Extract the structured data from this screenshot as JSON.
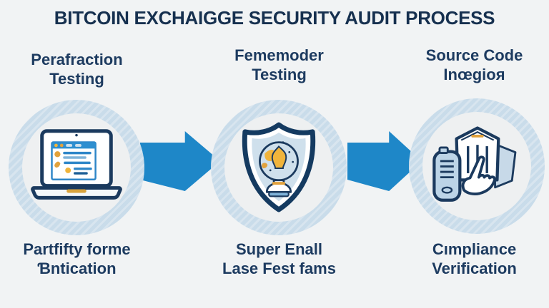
{
  "title": "BITCOIN EXCHAIGGE SECURITY AUDIT PROCESS",
  "steps": [
    {
      "heading": [
        "Perafraction",
        "Testing"
      ],
      "caption": [
        "Partfifty forme",
        "Ɓntication"
      ],
      "icon": "laptop-browser-icon"
    },
    {
      "heading": [
        "Fememoder",
        "Testing"
      ],
      "caption": [
        "Super Enall",
        "Lase Fest fams"
      ],
      "icon": "shield-globe-icon"
    },
    {
      "heading": [
        "Source Code",
        "Inœgioя"
      ],
      "caption": [
        "Cımpliance",
        "Verification"
      ],
      "icon": "documents-hand-icon"
    }
  ],
  "colors": {
    "background": "#f1f3f4",
    "title_text": "#16304f",
    "label_text": "#1d3b60",
    "arrow_blue": "#1e87c8",
    "ring_light_blue": "#cddeea",
    "circle_inner": "#eef0f1",
    "icon_outline_navy": "#1b3a5e",
    "icon_accent_yellow": "#f0b43b",
    "icon_accent_orange": "#e2a23c",
    "icon_fill_light_blue": "#cfe0ec",
    "browser_blue": "#2e86c8"
  }
}
